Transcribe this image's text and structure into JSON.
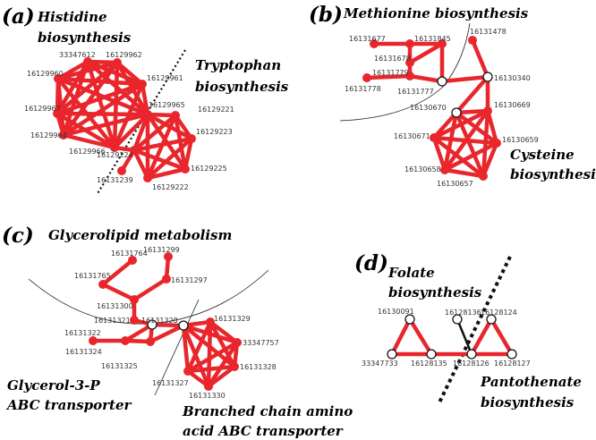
{
  "panels": {
    "a": {
      "label": "(a)",
      "names": [
        "Histidine",
        "biosynthesis",
        "Tryptophan",
        "biosynthesis"
      ],
      "nodes": [
        "33347612",
        "16129962",
        "16129960",
        "16129961",
        "16129967",
        "16129965",
        "16129221",
        "16129964",
        "16129223",
        "16129966",
        "16129224",
        "16131239",
        "16129225",
        "16129222"
      ]
    },
    "b": {
      "label": "(b)",
      "names": [
        "Methionine biosynthesis",
        "Cysteine",
        "biosynthesis"
      ],
      "nodes": [
        "16131677",
        "16131845",
        "16131478",
        "16131678",
        "16131779",
        "16131778",
        "16131777",
        "16130340",
        "16130670",
        "16130669",
        "16130671",
        "16130659",
        "16130658",
        "16130657"
      ]
    },
    "c": {
      "label": "(c)",
      "names": [
        "Glycerolipid metabolism",
        "Glycerol-3-P",
        "ABC transporter",
        "Branched chain amino",
        "acid ABC transporter"
      ],
      "nodes": [
        "16131764",
        "16131299",
        "16131765",
        "16131297",
        "16131300",
        "16131321",
        "16131328",
        "16131329",
        "16131322",
        "33347757",
        "16131324",
        "16131325",
        "16131328",
        "16131327",
        "16131330"
      ]
    },
    "d": {
      "label": "(d)",
      "names": [
        "Folate",
        "biosynthesis",
        "Pantothenate",
        "biosynthesis"
      ],
      "nodes": [
        "16130091",
        "16128136",
        "16128124",
        "33347733",
        "16128135",
        "16128126",
        "16128127"
      ]
    }
  },
  "colors": {
    "edge": "#e8262c",
    "node": "#e8262c",
    "boundary": "#111111"
  }
}
